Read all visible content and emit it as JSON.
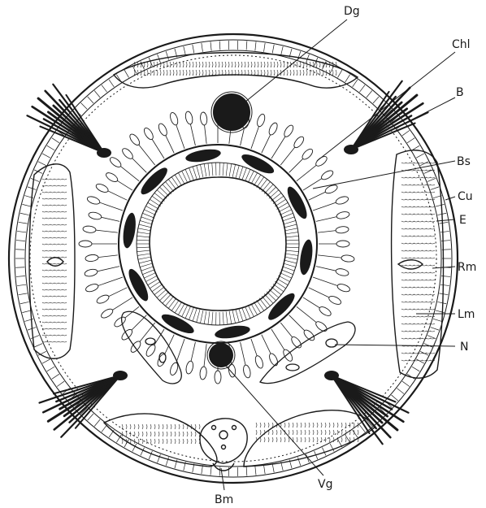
{
  "figure": {
    "labels": {
      "dg": "Dg",
      "chl": "Chl",
      "b": "B",
      "bs": "Bs",
      "cu": "Cu",
      "e": "E",
      "rm": "Rm",
      "lm": "Lm",
      "n": "N",
      "vg": "Vg",
      "bm": "Bm"
    }
  }
}
